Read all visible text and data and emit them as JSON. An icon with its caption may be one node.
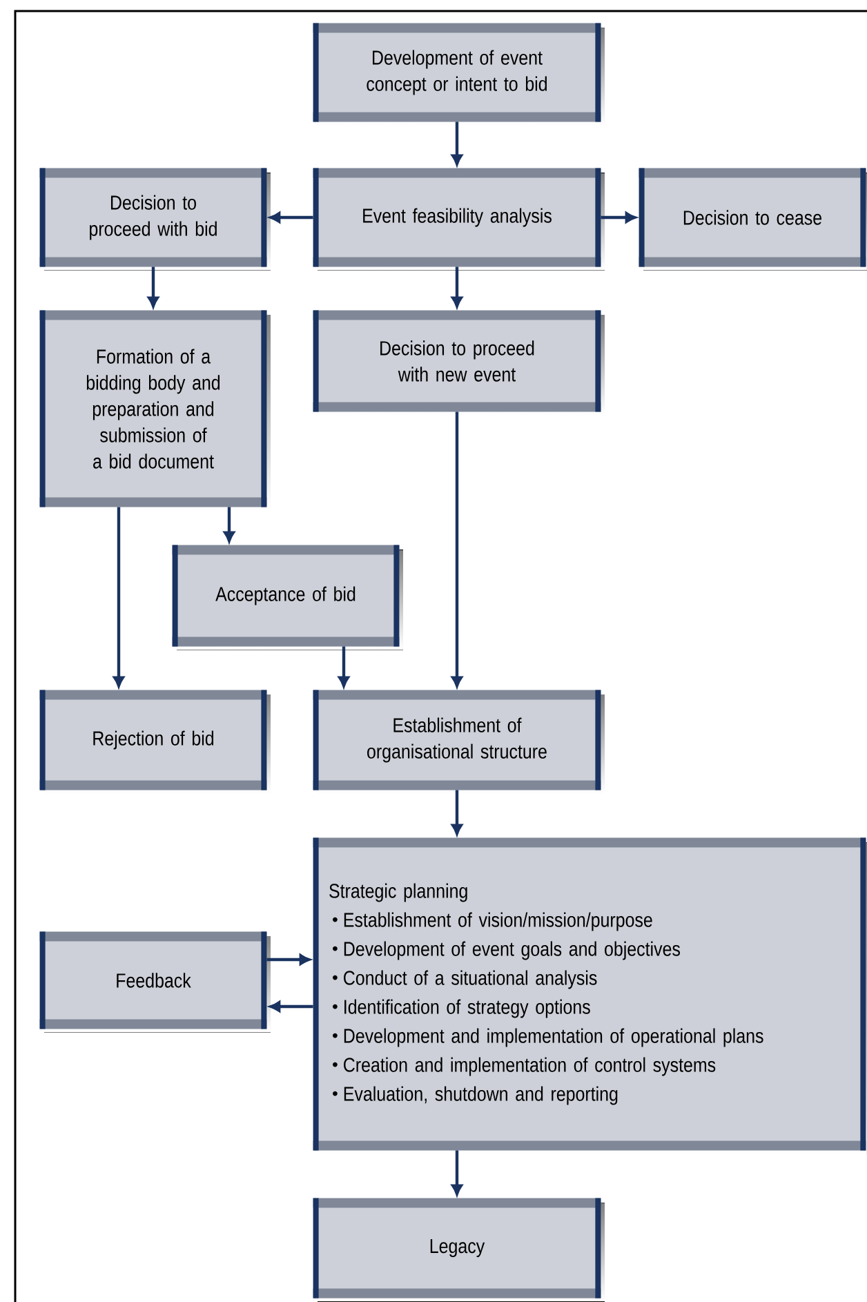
{
  "diagram": {
    "nodes": [
      {
        "text": [
          "Development of event concept or intent to bid"
        ]
      },
      {
        "text": [
          "Decision to proceed with bid"
        ]
      },
      {
        "text": [
          "Event feasibility analysis"
        ]
      },
      {
        "text": [
          "Decision to cease"
        ]
      },
      {
        "text": [
          "Formation of a bidding body and preparation and submission of a bid document"
        ]
      },
      {
        "text": [
          "Decision to proceed with new event"
        ]
      },
      {
        "text": [
          "Acceptance of bid"
        ]
      },
      {
        "text": [
          "Rejection of bid"
        ]
      },
      {
        "text": [
          "Establishment of organisational structure"
        ]
      },
      {
        "text": [
          "Strategic planning",
          "Establishment of vision/mission/purpose",
          "Development of event goals and objectives",
          "Conduct of a situational analysis",
          "Identification of strategy options",
          "Development and implementation of operational plans",
          "Creation and implementation of control systems",
          "Evaluation, shutdown and reporting"
        ]
      },
      {
        "text": [
          "Feedback"
        ]
      },
      {
        "text": [
          "Legacy"
        ]
      }
    ],
    "edges": [
      {
        "from": 0,
        "to": 2,
        "arrow": "to"
      },
      {
        "from": 2,
        "to": 1,
        "arrow": "to"
      },
      {
        "from": 2,
        "to": 3,
        "arrow": "to"
      },
      {
        "from": 2,
        "to": 5,
        "arrow": "to"
      },
      {
        "from": 1,
        "to": 4,
        "arrow": "to"
      },
      {
        "from": 4,
        "to": 6,
        "arrow": "to"
      },
      {
        "from": 4,
        "to": 7,
        "arrow": "to"
      },
      {
        "from": 6,
        "to": 8,
        "arrow": "to"
      },
      {
        "from": 5,
        "to": 8,
        "arrow": "to"
      },
      {
        "from": 8,
        "to": 9,
        "arrow": "to"
      },
      {
        "from": 10,
        "to": 9,
        "arrow": "to"
      },
      {
        "from": 9,
        "to": 10,
        "arrow": "to"
      },
      {
        "from": 9,
        "to": 11,
        "arrow": "to"
      }
    ]
  }
}
